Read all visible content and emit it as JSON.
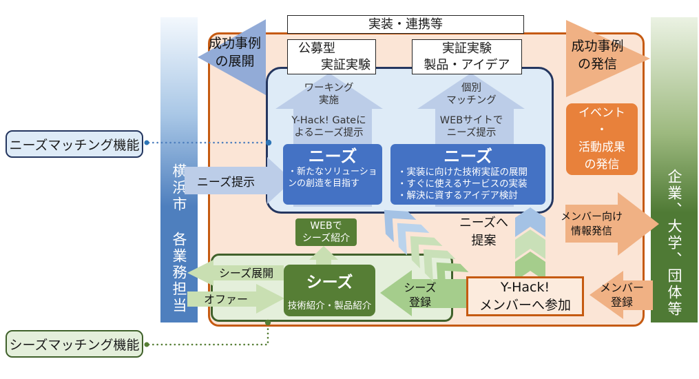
{
  "colors": {
    "blue_dark": "#24365f",
    "blue_mid": "#4472c4",
    "blue_bar": "#4e7fbe",
    "blue_light": "#deebf7",
    "blue_arrow": "#bccde8",
    "blue_tri": "#92abd7",
    "green_dark": "#40612b",
    "green_box": "#567e35",
    "green_bar": "#4f7a35",
    "green_light": "#e4efdb",
    "green_arrow": "#c9dfb2",
    "green_mid": "#a5cd8c",
    "orange_border": "#c55a11",
    "orange_fill": "#fbe5d6",
    "orange_box": "#e8813b",
    "orange_arrow": "#f0b184"
  },
  "side_labels": {
    "needs": "ニーズマッチング機能",
    "seeds": "シーズマッチング機能"
  },
  "bars": {
    "left": "横浜市 各業務担当",
    "right": "企業、大学、団体等"
  },
  "top_boxes": {
    "implementation": "実装・連携等",
    "open_call": [
      "公募型",
      "実証実験"
    ],
    "poc": [
      "実証実験",
      "製品・アイデア"
    ]
  },
  "blue_area": {
    "working": [
      "ワーキング",
      "実施"
    ],
    "gate": [
      "Y-Hack! Gateに",
      "よるニーズ提示"
    ],
    "individual": [
      "個別",
      "マッチング"
    ],
    "web": [
      "WEBサイトで",
      "ニーズ提示"
    ],
    "needs_left": {
      "title": "ニーズ",
      "desc": "・新たなソリューションの創造を目指す"
    },
    "needs_right": {
      "title": "ニーズ",
      "items": [
        "・実装に向けた技術実証の展開",
        "・すぐに使えるサービスの実装",
        "・解決に資するアイデア検討"
      ]
    }
  },
  "left_area": {
    "success_deploy": [
      "成功事例",
      "の展開"
    ],
    "needs_present": "ニーズ提示"
  },
  "green_area": {
    "web_seeds": [
      "WEBで",
      "シーズ紹介"
    ],
    "seeds": {
      "title": "シーズ",
      "subtitle": "技術紹介・製品紹介"
    },
    "seeds_deploy": "シーズ展開",
    "offer": "オファー",
    "seeds_reg": [
      "シーズ",
      "登録"
    ]
  },
  "center": {
    "needs_propose": [
      "ニーズへ",
      "提案"
    ]
  },
  "right_area": {
    "success_out": [
      "成功事例",
      "の発信"
    ],
    "event": [
      "イベント",
      "・",
      "活動成果",
      "の発信"
    ],
    "member_info": [
      "メンバー向け",
      "情報発信"
    ],
    "member_reg": [
      "メンバー",
      "登録"
    ],
    "yhack": [
      "Y-Hack!",
      "メンバーへ参加"
    ]
  }
}
